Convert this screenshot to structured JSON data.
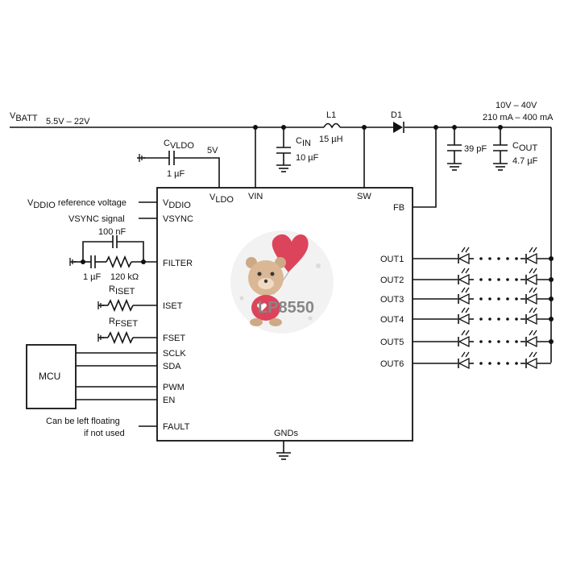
{
  "rails": {
    "vbatt_main": "V",
    "vbatt_sub": "BATT",
    "vbatt_range": "5.5V – 22V",
    "out_voltage": "10V – 40V",
    "out_current": "210 mA – 400 mA"
  },
  "components": {
    "l1_name": "L1",
    "l1_value": "15 µH",
    "d1_name": "D1",
    "cin_main": "C",
    "cin_sub": "IN",
    "cin_value": "10 µF",
    "cvldo_main": "C",
    "cvldo_sub": "VLDO",
    "cvldo_value": "1 µF",
    "vldo_level": "5V",
    "c39_value": "39 pF",
    "cout_main": "C",
    "cout_sub": "OUT",
    "cout_value": "4.7 µF",
    "filter_cap_top": "100 nF",
    "filter_cap_left": "1 µF",
    "filter_res": "120 kΩ",
    "riset_main": "R",
    "riset_sub": "ISET",
    "rfset_main": "R",
    "rfset_sub": "FSET",
    "mcu_label": "MCU"
  },
  "pins": {
    "vldo_main": "V",
    "vldo_sub": "LDO",
    "vin": "VIN",
    "sw": "SW",
    "fb": "FB",
    "vddio_main": "V",
    "vddio_sub": "DDIO",
    "vsync": "VSYNC",
    "filter": "FILTER",
    "iset": "ISET",
    "fset": "FSET",
    "sclk": "SCLK",
    "sda": "SDA",
    "pwm": "PWM",
    "en": "EN",
    "fault": "FAULT",
    "gnds": "GNDs",
    "out1": "OUT1",
    "out2": "OUT2",
    "out3": "OUT3",
    "out4": "OUT4",
    "out5": "OUT5",
    "out6": "OUT6"
  },
  "notes": {
    "vddio_ref_main": "V",
    "vddio_ref_sub": "DDIO",
    "vddio_ref_rest": " reference voltage",
    "vsync_signal": "VSYNC signal",
    "fault_line1": "Can be left floating",
    "fault_line2": "if not used"
  },
  "watermark": {
    "chip_text": "LP8550"
  }
}
